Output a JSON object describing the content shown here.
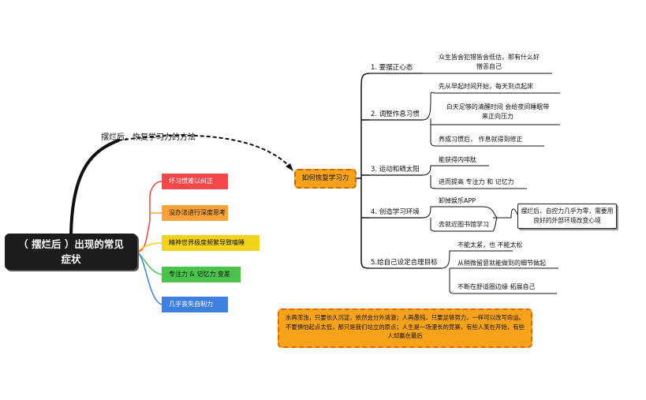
{
  "root": {
    "line1": "（ 摆烂后 ）出现的常见",
    "line2": "症状"
  },
  "connector_label": "摆烂后，恢复学习力的方法",
  "symptoms": [
    {
      "label": "坏习惯难以纠正",
      "color": "#f2484b"
    },
    {
      "label": "没办法进行深度思考",
      "color": "#f7a33a"
    },
    {
      "label": "精神世界极度频繁导致嗑睡",
      "color": "#f3d21c"
    },
    {
      "label": "专注力 & 记忆力 变差",
      "color": "#4bc24b"
    },
    {
      "label": "几乎丧失自制力",
      "color": "#3f7fe0"
    }
  ],
  "hub": "如何恢复学习力",
  "branches": [
    {
      "label": "1. 要摆正心态",
      "leaves": [
        {
          "line1": "众生皆会犯错皆会低估，那有什么好",
          "line2": "憎恶自己"
        }
      ]
    },
    {
      "label": "2. 调整作息习惯",
      "leaves": [
        {
          "line1": "先从早起时间开始，每天到点起床"
        },
        {
          "line1": "白天足够的清醒时间 会给夜间睡眠带",
          "line2": "来正向压力"
        },
        {
          "line1": "养成习惯后， 作息就得到修正"
        }
      ]
    },
    {
      "label": "3. 运动和晒太阳",
      "leaves": [
        {
          "line1": "能获得内啡肽"
        },
        {
          "line1": "进而提高 专注力 和 记忆力"
        }
      ]
    },
    {
      "label": "4. 创造学习环境",
      "leaves": [
        {
          "line1": "卸掉娱乐APP"
        },
        {
          "line1": "去就近图书馆学习"
        }
      ]
    },
    {
      "label": "5.给自己设定合理目标",
      "leaves": [
        {
          "line1": "不能太紧，也 不能太松"
        },
        {
          "line1": "从稍微留意就能做到的细节做起"
        },
        {
          "line1": "不断在舒适圈边缘 拓展自己"
        }
      ]
    }
  ],
  "note": "摆烂后，自控力几乎为零，需要用良好的外部环境改变心境",
  "quote": "水再浑浊，只要长久沉淀，依然会分外清澈；人再愚钝，只要足够努力，一样可以改写命运。不要惧怕起点太低，那只是我们站立的原点；人生是一场漫长的竞赛，有些人笑在开始，有些人却赢在最后",
  "colors": {
    "accent_orange": "#f7a21b",
    "line": "#222222",
    "red_line": "#e8473f",
    "blue_line": "#3f7fe0"
  }
}
